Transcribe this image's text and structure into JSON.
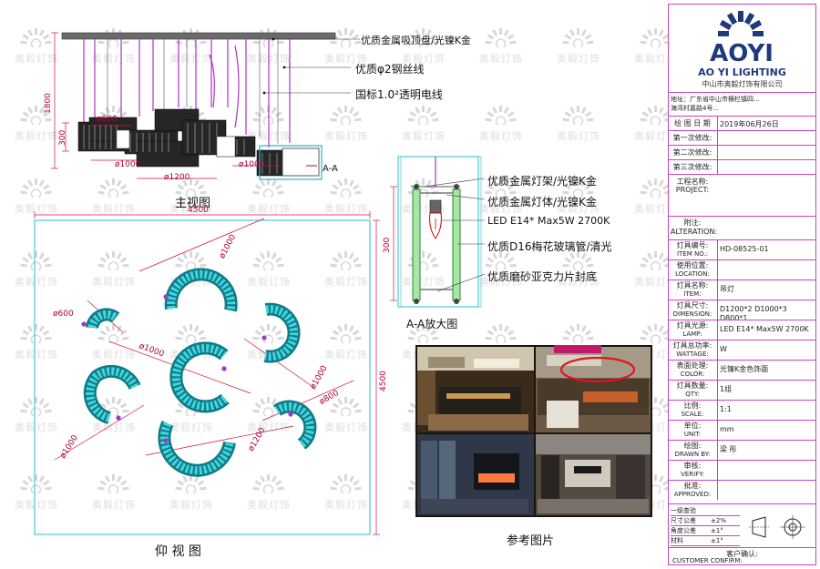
{
  "watermark": {
    "logo": "AOYI",
    "text": "奥毅灯饰"
  },
  "front_view": {
    "caption": "主视图",
    "callouts": [
      "优质金属吸顶盘/光镍K金",
      "优质φ2钢丝线",
      "国标1.0²透明电线"
    ],
    "dims": {
      "height_1800": "1800",
      "height_300": "300",
      "d600": "ø600",
      "d1000": "ø1000",
      "d1200": "ø1200",
      "d1000b": "ø1000",
      "section_mark": "A-A"
    }
  },
  "detail_view": {
    "caption": "A-A放大图",
    "dim_300": "300",
    "callouts": [
      "优质金属灯架/光镍K金",
      "优质金属灯体/光镍K金",
      "LED E14* Max5W 2700K",
      "优质D16梅花玻璃管/清光",
      "优质磨砂亚克力片封底"
    ]
  },
  "bottom_view": {
    "caption": "仰 视 图",
    "width": "4500",
    "height": "4500",
    "dims": {
      "d1000_tr": "ø1000",
      "d600": "ø600",
      "d1000_l": "ø1000",
      "d1000_r": "ø1000",
      "d1000_bl": "ø1000",
      "d800": "ø800",
      "d1200": "ø1200"
    }
  },
  "reference_photos": {
    "caption": "参考图片",
    "banner": ""
  },
  "title_block": {
    "company_en": "AO YI LIGHTING",
    "company_cn": "中山市奥毅灯饰有限公司",
    "address": "地址：广东省中山市横栏镇四...",
    "address_2": "海湾村嘉路4号...",
    "date_label": "绘 图 日 期",
    "date_value": "2019年06月26日",
    "revisions": [
      "第一次修改:",
      "第二次修改:",
      "第三次修改:"
    ],
    "project_label": "工程名称:",
    "project_label_en": "PROJECT:",
    "remarks_label": "附注:",
    "remarks_label_en": "ALTERATION:",
    "rows": [
      {
        "k": "灯具编号:",
        "k_en": "ITEM NO.:",
        "v": "HD-08525-01"
      },
      {
        "k": "使用位置:",
        "k_en": "LOCATION:",
        "v": ""
      },
      {
        "k": "灯具名称:",
        "k_en": "ITEM:",
        "v": "吊灯"
      },
      {
        "k": "灯具尺寸:",
        "k_en": "DIMENSION:",
        "v": "D1200*2 D1000*3 D800*1"
      },
      {
        "k": "灯具光源:",
        "k_en": "LAMP:",
        "v": "LED E14* Max5W 2700K"
      },
      {
        "k": "灯具总功率:",
        "k_en": "WATTAGE:",
        "v": "W"
      },
      {
        "k": "表面处理:",
        "k_en": "COLOR:",
        "v": "光镍K金色饰面"
      },
      {
        "k": "灯具数量:",
        "k_en": "QTY:",
        "v": "1组"
      },
      {
        "k": "比例:",
        "k_en": "SCALE:",
        "v": "1:1"
      },
      {
        "k": "单位:",
        "k_en": "UNIT:",
        "v": "mm"
      },
      {
        "k": "绘图:",
        "k_en": "DRAWN BY:",
        "v": "梁 彤"
      },
      {
        "k": "审核:",
        "k_en": "VERIFY:",
        "v": ""
      },
      {
        "k": "批准:",
        "k_en": "APPROVED:",
        "v": ""
      }
    ],
    "scale_table": [
      {
        "k": "一级查验",
        "v": ""
      },
      {
        "k": "尺寸公差",
        "v": "±2%"
      },
      {
        "k": "角度公差",
        "v": "±1°"
      },
      {
        "k": "材料",
        "v": "±1°"
      }
    ],
    "customer_label": "客户确认:",
    "customer_label_en": "CUSTOMER CONFIRM:"
  }
}
